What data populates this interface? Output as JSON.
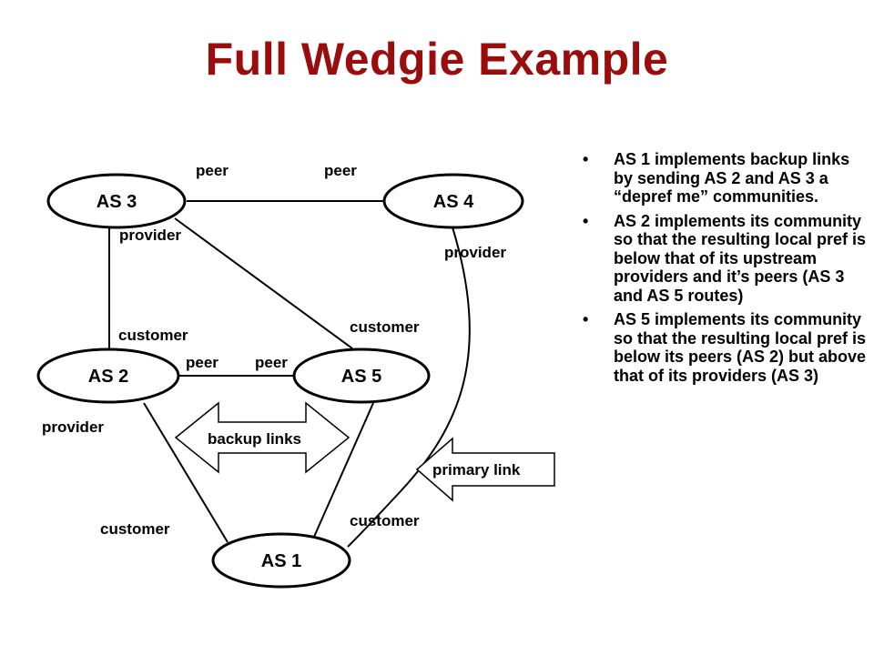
{
  "title": "Full Wedgie Example",
  "nodes": {
    "as3": "AS 3",
    "as4": "AS 4",
    "as2": "AS 2",
    "as5": "AS 5",
    "as1": "AS 1"
  },
  "edge_labels": {
    "peer_as3_top": "peer",
    "peer_as4_top": "peer",
    "provider_as3": "provider",
    "provider_as4": "provider",
    "customer_as2": "customer",
    "customer_as5_top": "customer",
    "peer_as2_right": "peer",
    "peer_as5_left": "peer",
    "provider_as2": "provider",
    "customer_as1_left": "customer",
    "customer_as1_right": "customer"
  },
  "arrows": {
    "backup_links": "backup links",
    "primary_link": "primary link"
  },
  "bullets": [
    "AS 1 implements backup links by sending AS 2 and AS 3 a  “depref me” communities.",
    "AS 2 implements its community so that the resulting local pref is below that of its upstream providers and it’s peers (AS 3 and AS 5 routes)",
    "AS 5 implements its community so that the resulting local pref is below its peers (AS 2) but above that of its providers (AS 3)"
  ]
}
